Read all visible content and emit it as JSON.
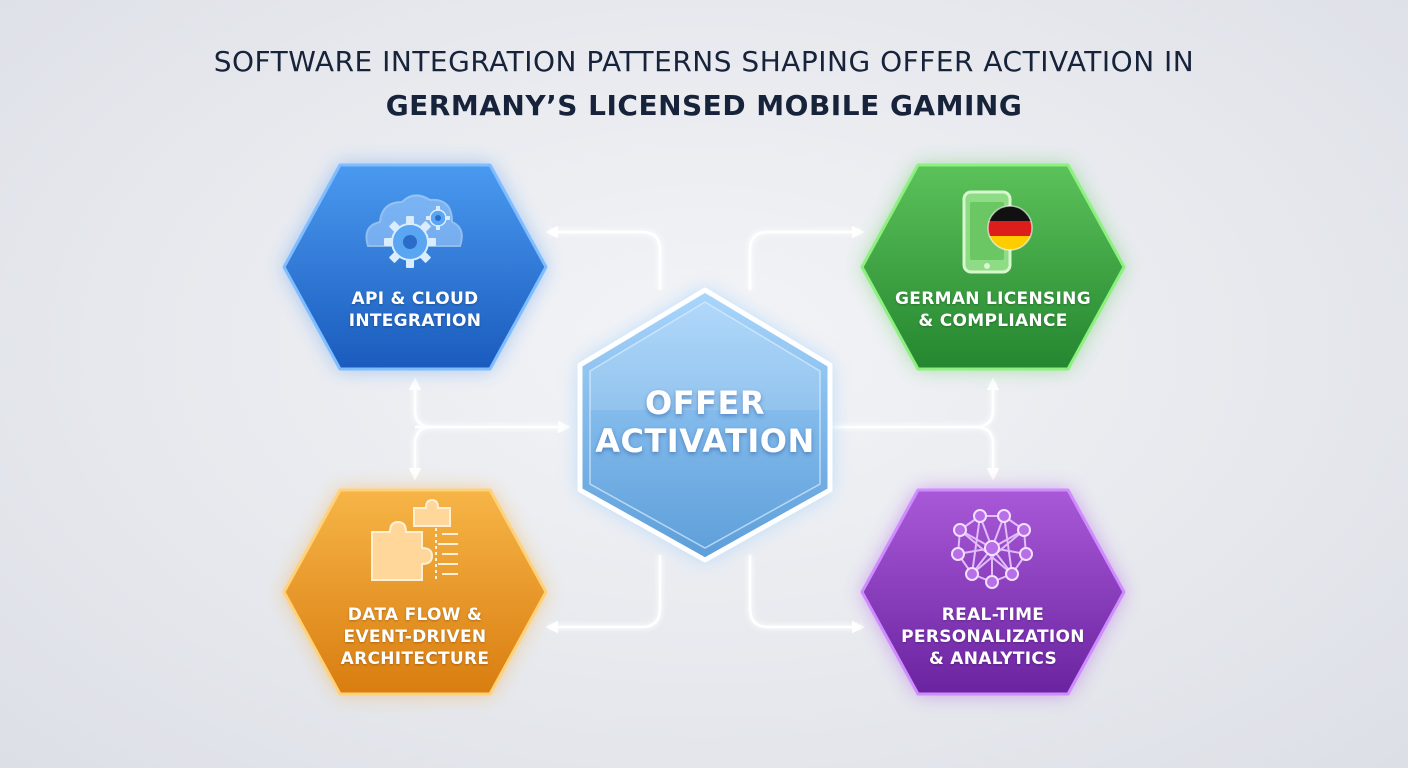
{
  "title": {
    "line1": "SOFTWARE INTEGRATION PATTERNS SHAPING OFFER ACTIVATION IN",
    "line2": "GERMANY’S LICENSED MOBILE GAMING"
  },
  "center": {
    "label": "OFFER\nACTIVATION",
    "color": "#8fc3ef"
  },
  "nodes": {
    "api_cloud": {
      "label": "API & CLOUD\nINTEGRATION",
      "icon": "cloud-gears-icon",
      "color": "#2f7fdc"
    },
    "german_licensing": {
      "label": "GERMAN LICENSING\n& COMPLIANCE",
      "icon": "smartphone-german-flag-icon",
      "color": "#3ea84a"
    },
    "data_flow": {
      "label": "DATA FLOW &\nEVENT-DRIVEN\nARCHITECTURE",
      "icon": "puzzle-pieces-icon",
      "color": "#f0a030"
    },
    "realtime": {
      "label": "REAL-TIME\nPERSONALIZATION\n& ANALYTICS",
      "icon": "neural-network-icon",
      "color": "#8e3fc4"
    }
  }
}
